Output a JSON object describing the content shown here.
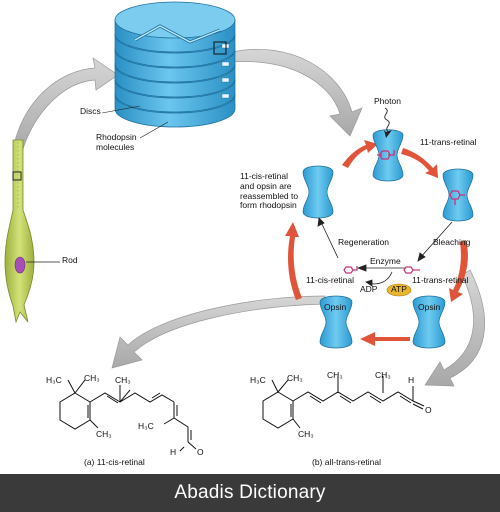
{
  "labels": {
    "discs": "Discs",
    "rhodopsin": "Rhodopsin molecules",
    "rod": "Rod",
    "photon": "Photon",
    "trans_retinal_top": "11-trans-retinal",
    "reassembled": "11-cis-retinal and opsin are reassembled to form rhodopsin",
    "regeneration": "Regeneration",
    "bleaching": "Bleaching",
    "enzyme": "Enzyme",
    "cis_retinal_mid": "11-cis-retinal",
    "trans_retinal_mid": "11-trans-retinal",
    "adp": "ADP",
    "atp": "ATP",
    "opsin_left": "Opsin",
    "opsin_right": "Opsin",
    "caption_a": "(a) 11-cis-retinal",
    "caption_b": "(b) all-trans-retinal"
  },
  "chem": {
    "h3c": "H₃C",
    "ch3": "CH₃",
    "h3c_cis": "H₃C",
    "h": "H",
    "o": "O"
  },
  "footer": {
    "text": "Abadis Dictionary"
  },
  "colors": {
    "disc_blue": "#3aa8dc",
    "disc_light": "#8fd3f1",
    "cycle_red": "#e0553a",
    "gray_arrow": "#bfbfbf",
    "rod_green": "#b8cc55",
    "atp_yellow": "#e9b52c",
    "retinal_pink": "#c8337a"
  }
}
